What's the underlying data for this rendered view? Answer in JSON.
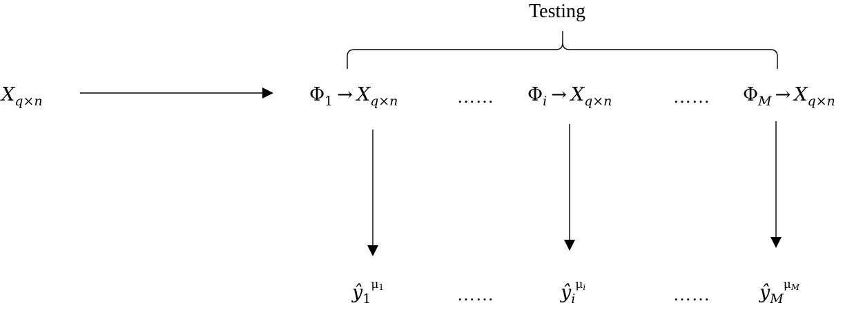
{
  "title": "Testing",
  "input": {
    "var": "X",
    "sub": "q×n"
  },
  "models": [
    {
      "phi": "Φ",
      "idx": "1",
      "idx_italic": false,
      "arrow": "→",
      "var": "X",
      "sub": "q×n",
      "out_hat": "ŷ",
      "out_sub": "1",
      "out_sub_italic": false,
      "mu": "μ",
      "mu_sub": "1",
      "mu_sub_italic": false
    },
    {
      "phi": "Φ",
      "idx": "i",
      "idx_italic": true,
      "arrow": "→",
      "var": "X",
      "sub": "q×n",
      "out_hat": "ŷ",
      "out_sub": "i",
      "out_sub_italic": true,
      "mu": "μ",
      "mu_sub": "i",
      "mu_sub_italic": true
    },
    {
      "phi": "Φ",
      "idx": "M",
      "idx_italic": true,
      "arrow": "→",
      "var": "X",
      "sub": "q×n",
      "out_hat": "ŷ",
      "out_sub": "M",
      "out_sub_italic": true,
      "mu": "μ",
      "mu_sub": "M",
      "mu_sub_italic": true
    }
  ],
  "ellipsis": "……"
}
